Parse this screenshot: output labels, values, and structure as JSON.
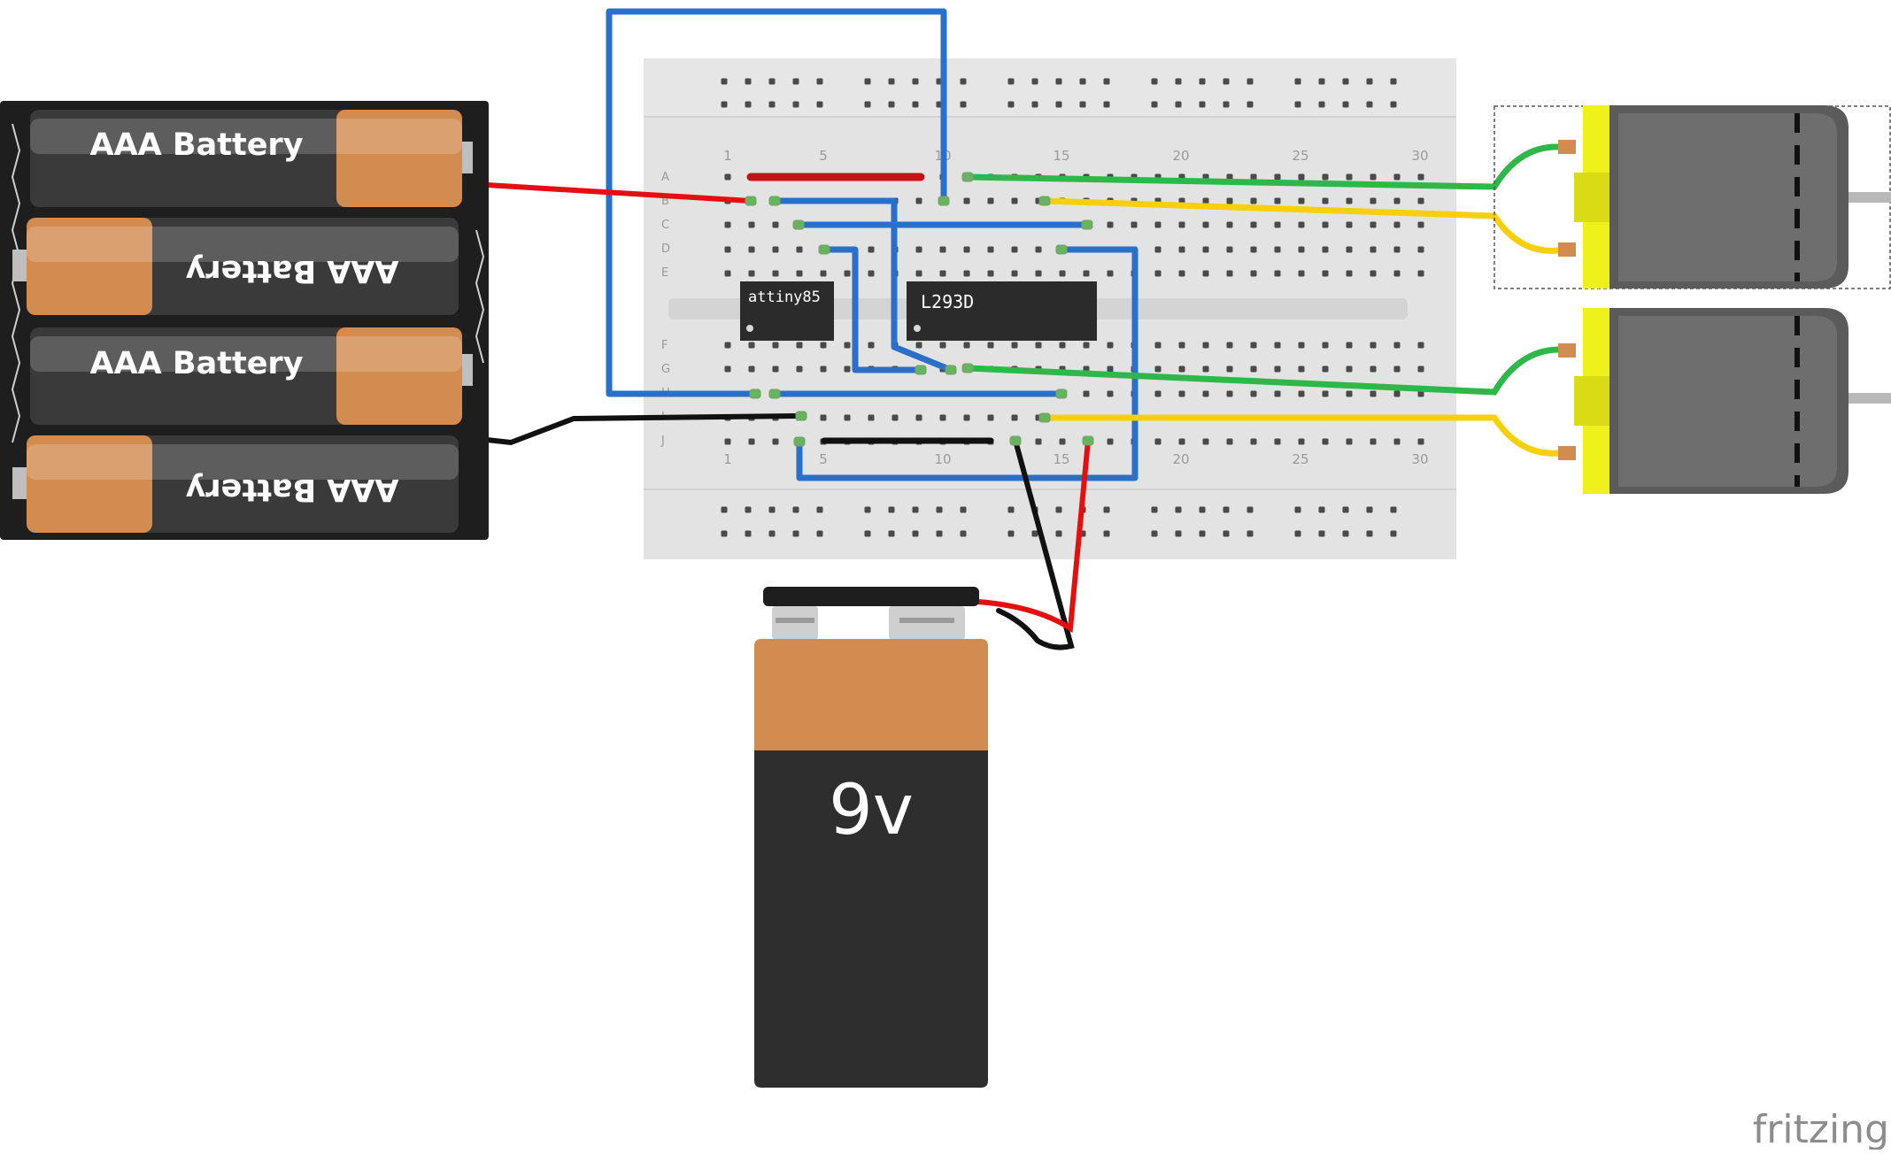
{
  "battery_pack": {
    "cells": [
      {
        "label": "AAA Battery"
      },
      {
        "label": "AAA Battery"
      },
      {
        "label": "AAA Battery"
      },
      {
        "label": "AAA Battery"
      }
    ]
  },
  "breadboard": {
    "rows_top": [
      "A",
      "B",
      "C",
      "D",
      "E"
    ],
    "rows_bottom": [
      "F",
      "G",
      "H",
      "I",
      "J"
    ],
    "column_numbers": [
      "1",
      "5",
      "10",
      "15",
      "20",
      "25",
      "30"
    ]
  },
  "chips": {
    "mcu": {
      "label": "attiny85"
    },
    "driver": {
      "label": "L293D"
    }
  },
  "battery_9v": {
    "label": "9v"
  },
  "watermark": {
    "text": "fritzing"
  },
  "colors": {
    "wire_blue": "#2a6fc9",
    "wire_red": "#e60f0f",
    "wire_black": "#111111",
    "wire_green": "#2fb84a",
    "wire_yellow": "#f7cf0a",
    "motor_yellow": "#eef21a",
    "motor_body": "#5b5b5b",
    "battery_copper": "#d28c50",
    "board": "#e3e3e3"
  }
}
